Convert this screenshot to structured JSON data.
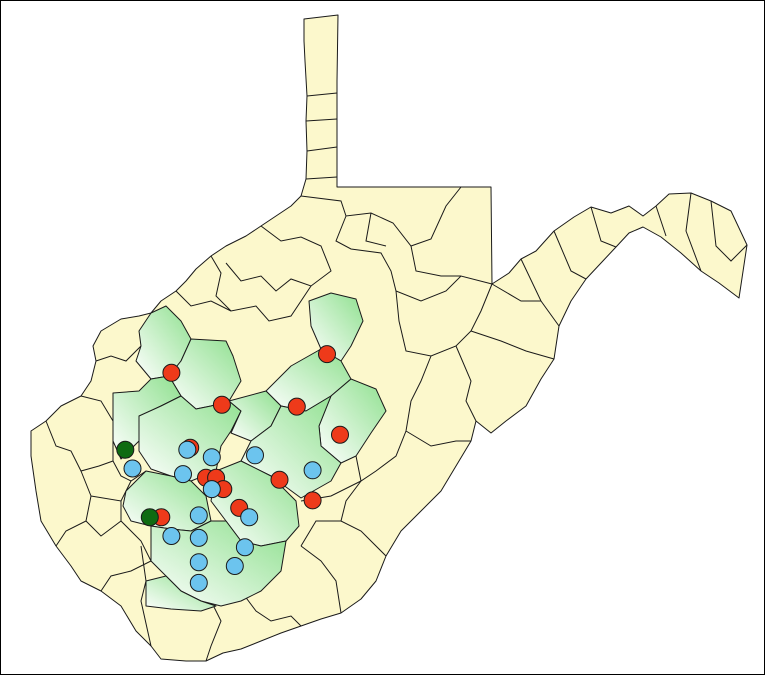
{
  "map": {
    "colors": {
      "county_fill": "#fcf8cc",
      "highlight_light": "#ffffff",
      "highlight_dark": "#8fe08f",
      "border": "#1a1a1a"
    },
    "marker_types": {
      "red": "#ee3a1a",
      "blue": "#6cc4ee",
      "green": "#0f6b12"
    },
    "markers": [
      {
        "type": "red",
        "lon": -81.95,
        "lat": 38.62
      },
      {
        "type": "red",
        "lon": -81.6,
        "lat": 38.45
      },
      {
        "type": "red",
        "lon": -81.08,
        "lat": 38.44
      },
      {
        "type": "red",
        "lon": -80.87,
        "lat": 38.72
      },
      {
        "type": "red",
        "lon": -80.78,
        "lat": 38.29
      },
      {
        "type": "red",
        "lon": -81.82,
        "lat": 38.22
      },
      {
        "type": "red",
        "lon": -81.71,
        "lat": 38.06
      },
      {
        "type": "red",
        "lon": -81.64,
        "lat": 38.06
      },
      {
        "type": "red",
        "lon": -81.59,
        "lat": 38.0
      },
      {
        "type": "red",
        "lon": -81.48,
        "lat": 37.9
      },
      {
        "type": "red",
        "lon": -81.2,
        "lat": 38.05
      },
      {
        "type": "red",
        "lon": -80.97,
        "lat": 37.94
      },
      {
        "type": "red",
        "lon": -82.02,
        "lat": 37.85
      },
      {
        "type": "green",
        "lon": -82.27,
        "lat": 38.21
      },
      {
        "type": "green",
        "lon": -82.1,
        "lat": 37.85
      },
      {
        "type": "blue",
        "lon": -82.22,
        "lat": 38.11
      },
      {
        "type": "blue",
        "lon": -81.84,
        "lat": 38.21
      },
      {
        "type": "blue",
        "lon": -81.67,
        "lat": 38.17
      },
      {
        "type": "blue",
        "lon": -81.37,
        "lat": 38.18
      },
      {
        "type": "blue",
        "lon": -81.87,
        "lat": 38.08
      },
      {
        "type": "blue",
        "lon": -81.67,
        "lat": 38.0
      },
      {
        "type": "blue",
        "lon": -81.76,
        "lat": 37.86
      },
      {
        "type": "blue",
        "lon": -81.76,
        "lat": 37.74
      },
      {
        "type": "blue",
        "lon": -81.95,
        "lat": 37.75
      },
      {
        "type": "blue",
        "lon": -81.41,
        "lat": 37.85
      },
      {
        "type": "blue",
        "lon": -81.44,
        "lat": 37.69
      },
      {
        "type": "blue",
        "lon": -81.76,
        "lat": 37.61
      },
      {
        "type": "blue",
        "lon": -81.51,
        "lat": 37.59
      },
      {
        "type": "blue",
        "lon": -81.76,
        "lat": 37.5
      },
      {
        "type": "blue",
        "lon": -80.97,
        "lat": 38.1
      }
    ]
  }
}
